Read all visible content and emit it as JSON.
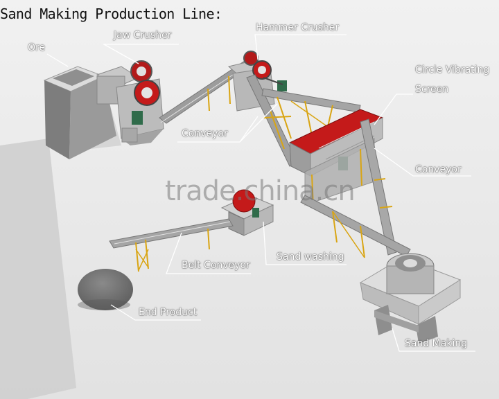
{
  "title": "Sand Making Production Line:",
  "watermark": "trade.china.cn",
  "labels": {
    "ore": "Ore",
    "jaw_crusher": "Jaw Crusher",
    "hammer_crusher": "Hammer Crusher",
    "circle_vibrating_line1": "Circle Vibrating",
    "circle_vibrating_line2": "Screen",
    "conveyor_left": "Conveyor",
    "conveyor_right": "Conveyor",
    "sand_washing": "Sand washing",
    "belt_conveyor": "Belt Conveyor",
    "end_product": "End Product",
    "sand_making": "Sand Making"
  },
  "colors": {
    "background": "#e9e9e9",
    "floor_shadow": "#d4d4d4",
    "machine_gray": "#b8b8b8",
    "machine_red": "#c41a1a",
    "frame_yellow": "#d9a514",
    "leader_line": "#ffffff",
    "stockpile": "#6e6e6e"
  }
}
